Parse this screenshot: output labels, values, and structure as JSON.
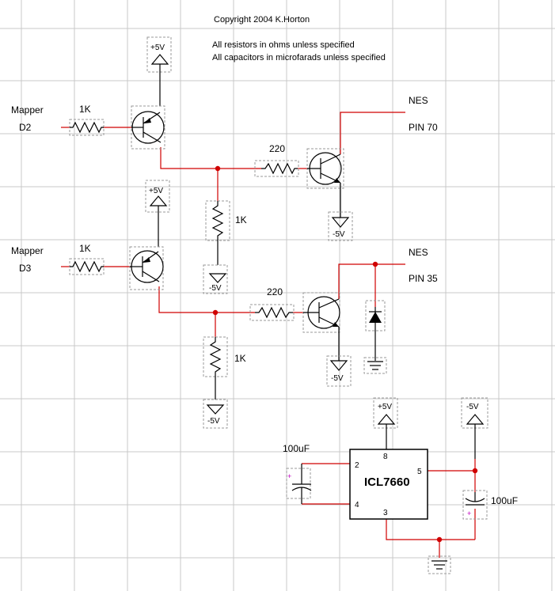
{
  "notes": {
    "copyright": "Copyright 2004 K.Horton",
    "resistors": "All resistors in ohms unless specified",
    "capacitors": "All capacitors in microfarads unless specified"
  },
  "supply": {
    "plus5": "+5V",
    "minus5": "-5V"
  },
  "inputs": {
    "d2": {
      "name": "Mapper",
      "pin": "D2"
    },
    "d3": {
      "name": "Mapper",
      "pin": "D3"
    }
  },
  "resistors": {
    "r1k": "1K",
    "r220": "220"
  },
  "outputs": {
    "pin70": {
      "name": "NES",
      "pin": "PIN 70"
    },
    "pin35": {
      "name": "NES",
      "pin": "PIN 35"
    }
  },
  "ic": {
    "name": "ICL7660",
    "pins": {
      "p2": "2",
      "p4": "4",
      "p5": "5",
      "p3": "3",
      "p8": "8"
    }
  },
  "capacitors": {
    "c1": "100uF",
    "c2": "100uF",
    "polarity": "+"
  },
  "colors": {
    "wire": "#d00000",
    "grid": "#c8c8c8",
    "component": "#000000"
  }
}
